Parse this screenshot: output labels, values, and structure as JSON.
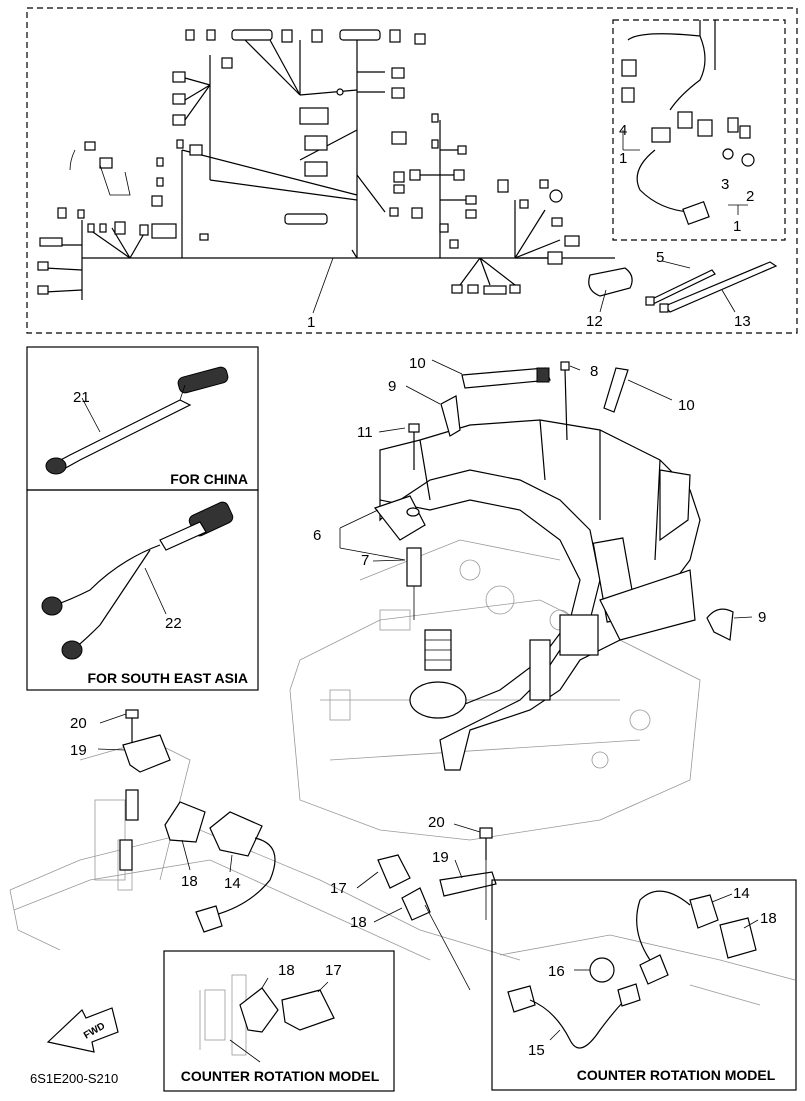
{
  "diagram": {
    "figure_code": "6S1E200-S210",
    "boxes": {
      "china": "FOR CHINA",
      "south_east_asia": "FOR SOUTH EAST ASIA",
      "counter_rotation_left": "COUNTER ROTATION MODEL",
      "counter_rotation_right": "COUNTER ROTATION MODEL"
    },
    "fwd_label": "FWD",
    "callouts": {
      "harness_main": "1",
      "inset_1a": "1",
      "inset_1b": "1",
      "inset_2": "2",
      "inset_3": "3",
      "inset_4": "4",
      "tie_5": "5",
      "tie_13": "13",
      "clip_12": "12",
      "holder_10_left": "10",
      "holder_10_right": "10",
      "clip_8": "8",
      "clamp_9_top": "9",
      "clamp_9_right": "9",
      "bolt_11": "11",
      "bracket_6": "6",
      "collar_7": "7",
      "wire_21": "21",
      "wire_22": "22",
      "bolt_20_left": "20",
      "bolt_20_mid": "20",
      "bracket_19_left": "19",
      "bracket_19_mid": "19",
      "grommet_18_left": "18",
      "grommet_18_mid": "18",
      "grommet_18_box": "18",
      "grommet_18_right": "18",
      "switch_14_left": "14",
      "switch_14_right": "14",
      "cap_17_mid": "17",
      "cap_17_box": "17",
      "cap_16": "16",
      "harness_15": "15"
    }
  }
}
